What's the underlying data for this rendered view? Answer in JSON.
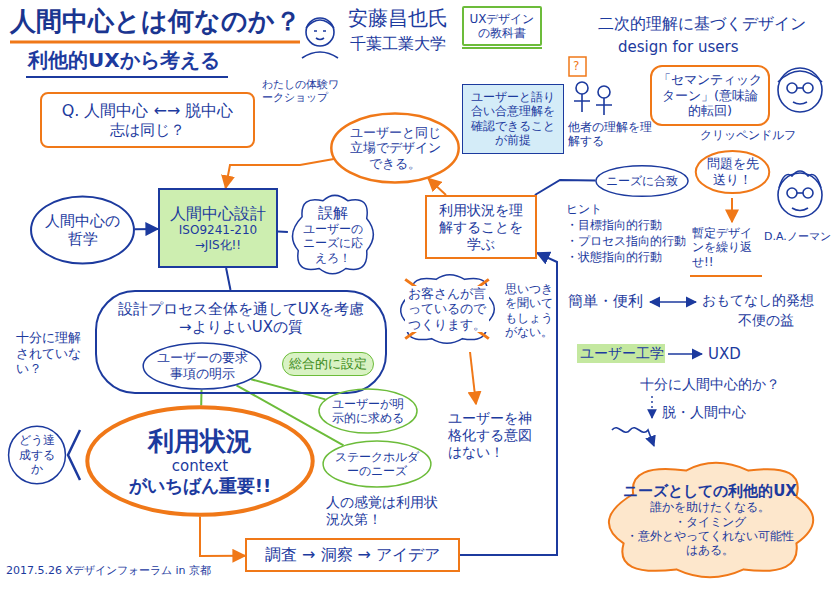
{
  "diagram": {
    "title": "人間中心とは何なのか？",
    "nodes": [
      {
        "text": [
          "Q. 人間中心 ←→ 脱中心",
          "志は同じ？"
        ]
      },
      {
        "text": [
          "UXデザインの教科書"
        ]
      },
      {
        "text": [
          "ユーザーと同じ立場でデザインできる。"
        ]
      },
      {
        "text": [
          "ユーザーと語り合い合意理解を確認できることが前提"
        ]
      },
      {
        "text": [
          "「セマンティックターン」(意味論的転回)"
        ]
      },
      {
        "text": [
          "問題を先送り！"
        ]
      },
      {
        "text": [
          "ニーズに合致"
        ]
      },
      {
        "text": [
          "利用状況を理解することを学ぶ"
        ]
      },
      {
        "text": [
          "人間中心の哲学"
        ]
      },
      {
        "text": [
          "人間中心設計",
          "ISO9241-210 →JIS化!!"
        ]
      },
      {
        "text": [
          "誤解",
          "ユーザーのニーズに応えろ！"
        ]
      },
      {
        "text": [
          "お客さんが言っているのでつくります。"
        ]
      },
      {
        "text": [
          "設計プロセス全体を通してUXを考慮 →よりよいUXの質"
        ]
      },
      {
        "text": [
          "ユーザーの要求事項の明示"
        ],
        "in": 12
      },
      {
        "text": [
          "総合的に設定"
        ]
      },
      {
        "text": [
          "どう達成するか"
        ]
      },
      {
        "text": [
          "利用状況",
          "context",
          "がいちばん重要!!"
        ]
      },
      {
        "text": [
          "ユーザーが明示的に求める"
        ]
      },
      {
        "text": [
          "ステークホルダーのニーズ"
        ]
      },
      {
        "text": [
          "調査 → 洞察 → アイデア"
        ]
      },
      {
        "text": [
          "ニーズとしての利他的UX",
          "誰かを助けたくなる。",
          "・タイミング",
          "・意外とやってくれない可能性はある。"
        ]
      }
    ],
    "edges": [
      {
        "from": 8,
        "to": 9,
        "arrow": "to"
      },
      {
        "from": 9,
        "to": 10,
        "arrow": "none"
      },
      {
        "from": 7,
        "to": 2,
        "arrow": "to"
      },
      {
        "from": 2,
        "to": 9,
        "arrow": "to"
      },
      {
        "from": 19,
        "to": 7,
        "arrow": "to"
      },
      {
        "from": 16,
        "to": 19,
        "arrow": "to"
      },
      {
        "from": 13,
        "to": 16,
        "arrow": "none"
      },
      {
        "from": 17,
        "to": 13,
        "arrow": "none"
      },
      {
        "from": 18,
        "to": 13,
        "arrow": "none"
      },
      {
        "from": 6,
        "to": 7,
        "arrow": "none"
      },
      {
        "from": 9,
        "to": 12,
        "arrow": "none"
      }
    ],
    "labels": [
      "利他的UXから考える",
      "安藤昌也氏",
      "千葉工業大学",
      "二次的理解に基づくデザイン",
      "design for users",
      "わたしの体験ワークショップ",
      "他者の理解を理解する",
      "クリッペンドルフ",
      "D.A.ノーマン",
      "暫定デザインを繰り返せ!!",
      "ヒント",
      "・目標指向的行動",
      "・プロセス指向的行動",
      "・状態指向的行動",
      "思いつきを聞いてもしょうがない。",
      "十分に理解されていない？",
      "人の感覚は利用状況次第！",
      "ユーザーを神格化する意図はない！",
      "簡単・便利",
      "おもてなし的発想",
      "不便の益",
      "ユーザー工学",
      "UXD",
      "十分に人間中心的か？",
      "脱・人間中心",
      "2017.5.26 Xデザインフォーラム in 京都",
      "?"
    ]
  }
}
